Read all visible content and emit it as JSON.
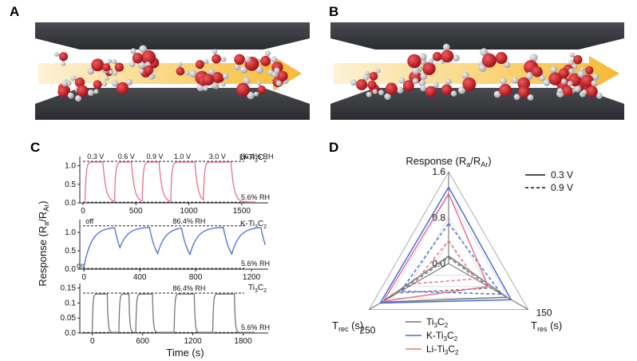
{
  "panels": {
    "a": {
      "letter": "A"
    },
    "b": {
      "letter": "B"
    },
    "c": {
      "letter": "C"
    },
    "d": {
      "letter": "D"
    }
  },
  "colors": {
    "li": "#e8718d",
    "k": "#4a6fd6",
    "ti": "#777777",
    "slab": "#3b3c40",
    "arrow": "#f7b935",
    "oxygen": "#c4161c",
    "hydrogen": "#cfd1d3"
  },
  "chart_data": [
    {
      "type": "line",
      "panel": "C",
      "sample": "Li-Ti3C2",
      "ylabel": "Response (Ra/RAr)",
      "yticks": [
        0.0,
        0.5,
        1.0
      ],
      "ylim": [
        0,
        1.25
      ],
      "xticks": [
        0,
        500,
        1000,
        1500
      ],
      "xlim": [
        -30,
        1750
      ],
      "ref_high": {
        "value": 1.12,
        "label": "86.4% RH"
      },
      "ref_low": {
        "value": 0.02,
        "label": "5.6% RH"
      },
      "voltages": [
        {
          "label": "0.3 V",
          "x": 40
        },
        {
          "label": "0.6 V",
          "x": 330
        },
        {
          "label": "0.9 V",
          "x": 600
        },
        {
          "label": "1.0 V",
          "x": 860
        },
        {
          "label": "3.0 V",
          "x": 1190
        }
      ],
      "pulses": [
        [
          20,
          190
        ],
        [
          300,
          460
        ],
        [
          560,
          720
        ],
        [
          830,
          1060
        ],
        [
          1140,
          1400
        ]
      ],
      "peak": 1.1,
      "base": 0.02,
      "tau_rise": 10,
      "tau_fall": 28
    },
    {
      "type": "line",
      "panel": "C",
      "sample": "K-Ti3C2",
      "yticks": [
        0.0,
        0.5,
        1.0
      ],
      "ylim": [
        0,
        1.35
      ],
      "xticks": [
        0,
        400,
        800,
        1200
      ],
      "xlim": [
        -30,
        1320
      ],
      "ref_high": {
        "value": 1.18,
        "label": "86.4% RH"
      },
      "ref_low": {
        "value": 0.02,
        "label": "5.6% RH"
      },
      "state_on": "on",
      "state_off": "off",
      "pulses": [
        [
          0,
          220
        ],
        [
          260,
          470
        ],
        [
          530,
          700
        ],
        [
          760,
          1000
        ],
        [
          1060,
          1270
        ]
      ],
      "peak": 1.15,
      "base": 0.05,
      "tau_rise": 55,
      "tau_fall": 55
    },
    {
      "type": "line",
      "panel": "C",
      "sample": "Ti3C2",
      "yticks": [
        0.0,
        0.05,
        0.1,
        0.15
      ],
      "ylim": [
        0,
        0.165
      ],
      "xticks": [
        0,
        600,
        1200,
        1800
      ],
      "xlim": [
        -150,
        2100
      ],
      "xlabel": "Time (s)",
      "ref_high": {
        "value": 0.133,
        "label": "86.4% RH"
      },
      "ref_low": {
        "value": 0.002,
        "label": "5.6% RH"
      },
      "pulses": [
        [
          0,
          180
        ],
        [
          320,
          440
        ],
        [
          520,
          720
        ],
        [
          980,
          1220
        ],
        [
          1440,
          1700
        ]
      ],
      "peak": 0.13,
      "base": 0.002,
      "tau_rise": 8,
      "tau_fall": 10
    },
    {
      "type": "radar",
      "panel": "D",
      "axes": [
        {
          "name": "Response (Ra/RAr)",
          "max": 1.6,
          "ticks": [
            "0.0",
            "0.8",
            "1.6"
          ]
        },
        {
          "name": "Tres (s)",
          "max": 150,
          "ticks": [
            "150"
          ]
        },
        {
          "name": "Trec (s)",
          "max": 250,
          "ticks": [
            "250"
          ]
        }
      ],
      "line_styles": [
        {
          "name": "0.3 V",
          "dash": "solid"
        },
        {
          "name": "0.9 V",
          "dash": "dashed"
        }
      ],
      "series": [
        {
          "name": "Ti3C2",
          "key": "ti",
          "v03": [
            0.13,
            110,
            210
          ],
          "v09": [
            0.1,
            80,
            160
          ]
        },
        {
          "name": "K-Ti3C2",
          "key": "k",
          "v03": [
            1.33,
            118,
            215
          ],
          "v09": [
            0.7,
            100,
            150
          ]
        },
        {
          "name": "Li-Ti3C2",
          "key": "li",
          "v03": [
            1.22,
            75,
            205
          ],
          "v09": [
            0.4,
            50,
            110
          ]
        }
      ]
    }
  ],
  "legend_top": {
    "solid_label": "0.3 V",
    "dashed_label": "0.9 V"
  }
}
